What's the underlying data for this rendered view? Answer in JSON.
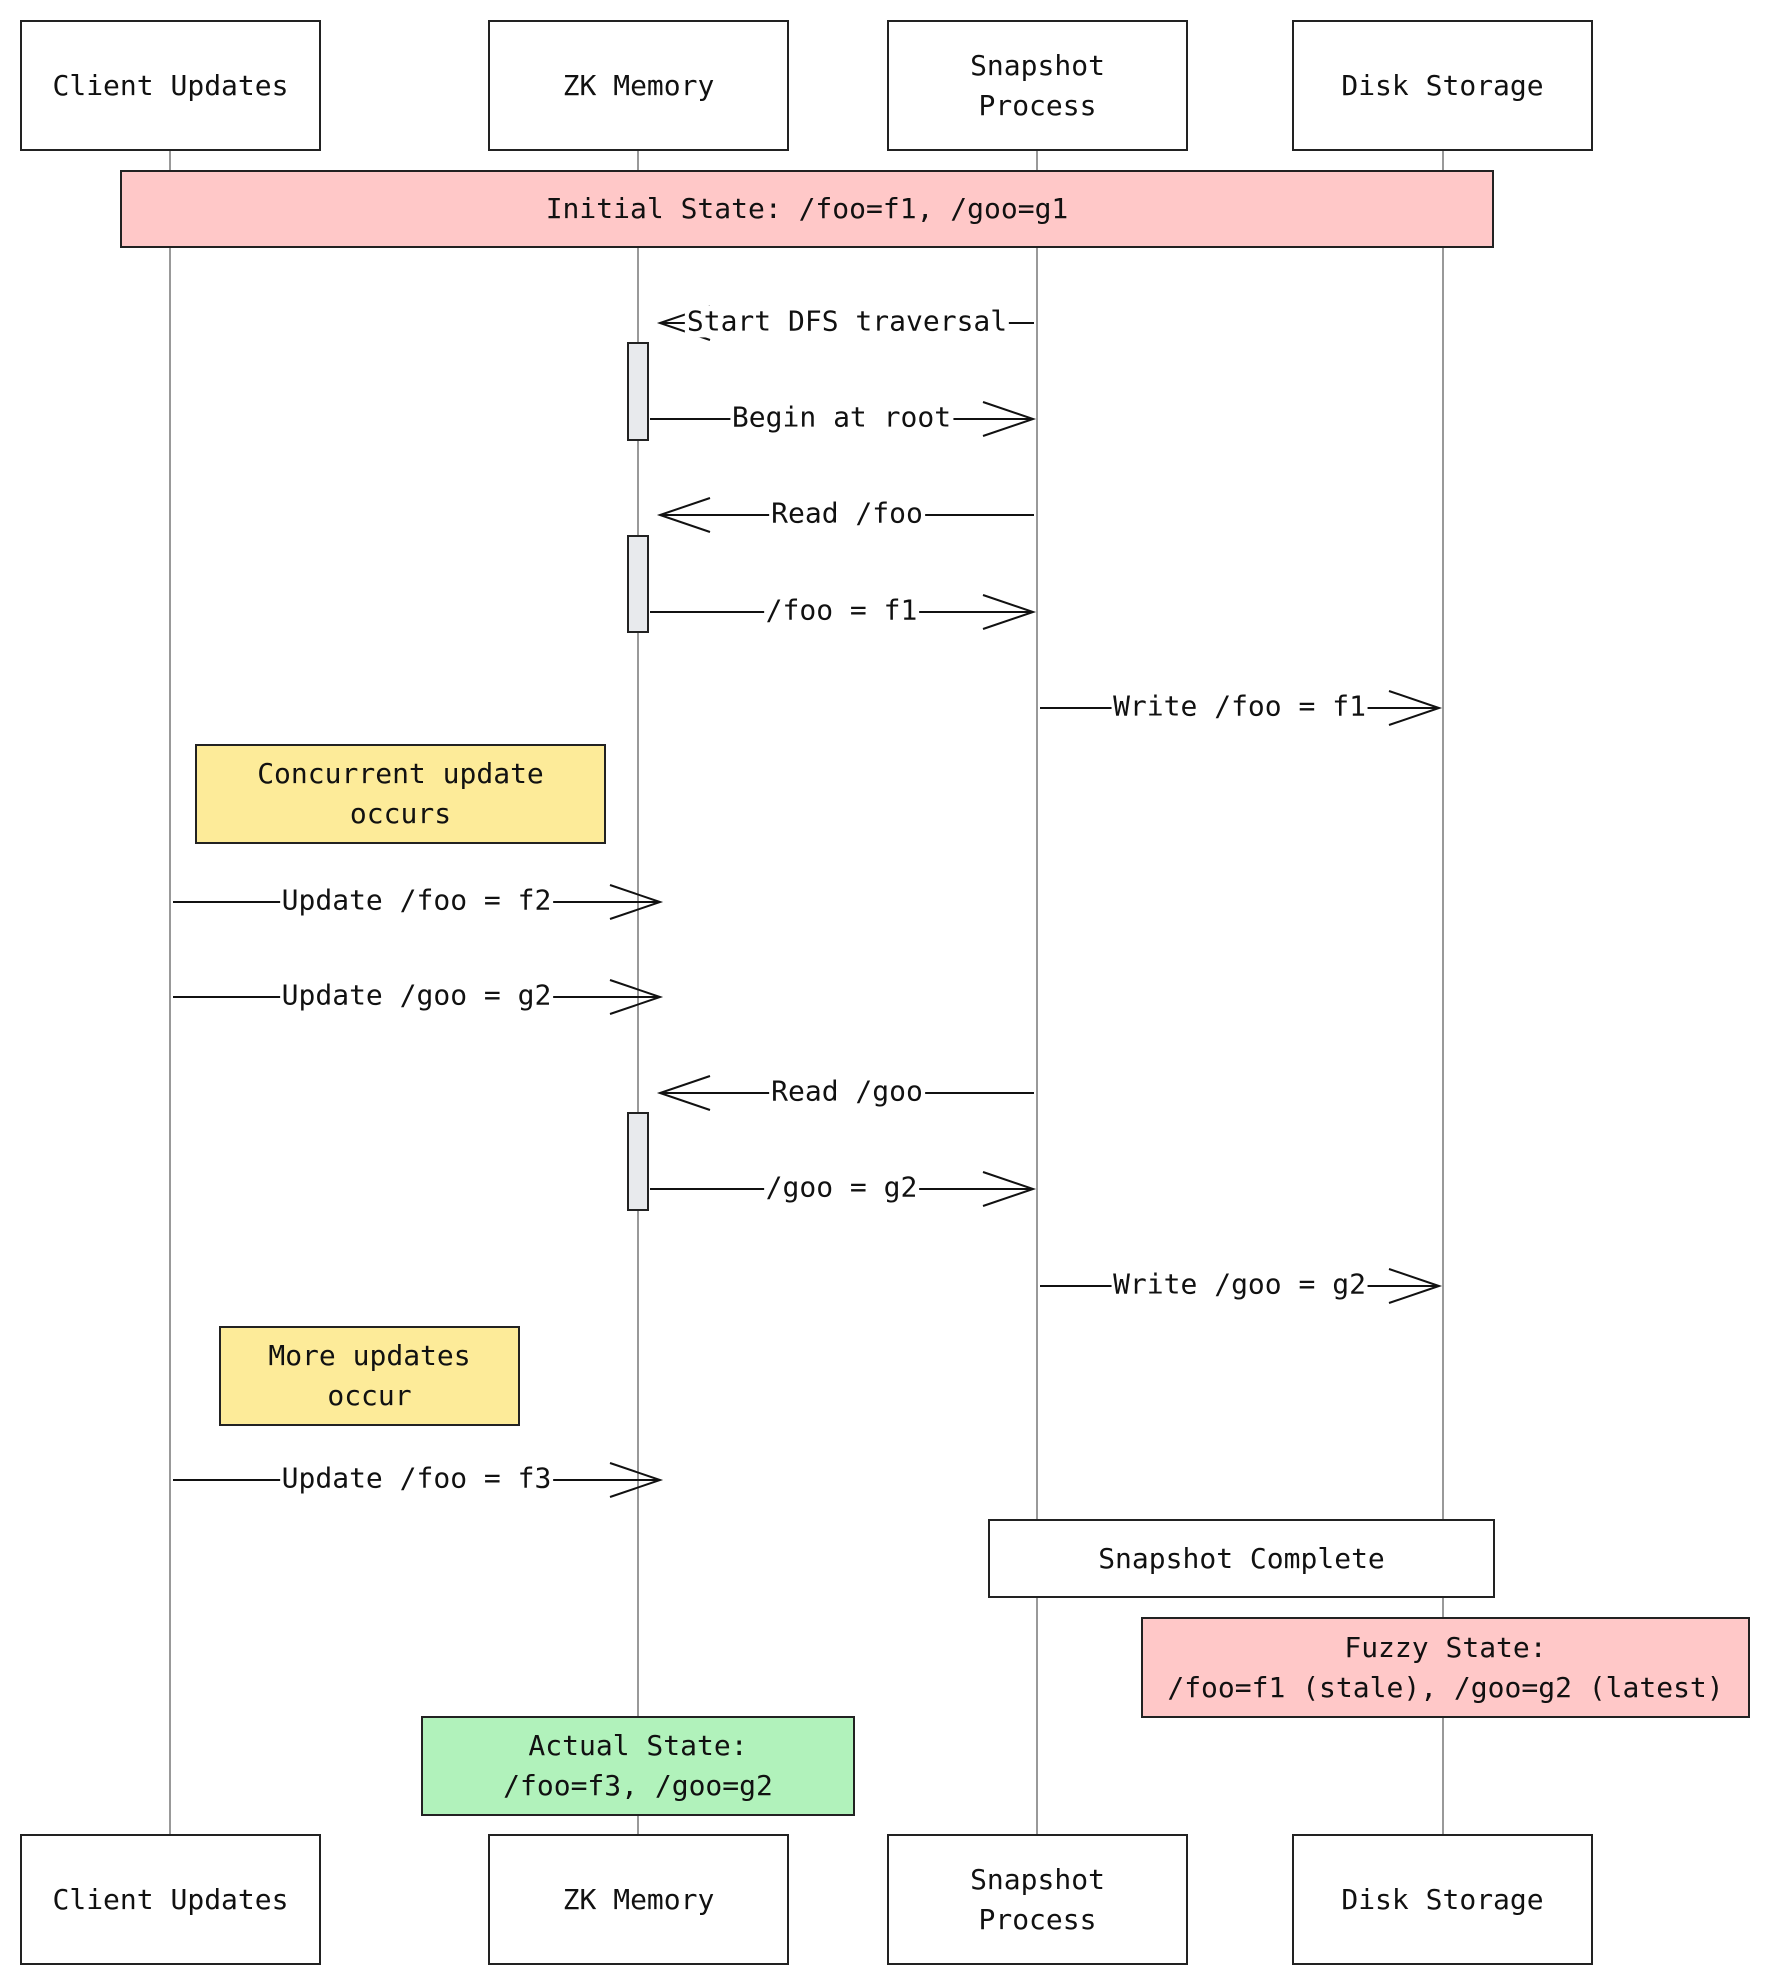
{
  "participants": [
    {
      "id": "client",
      "label": "Client Updates"
    },
    {
      "id": "zk",
      "label": "ZK Memory"
    },
    {
      "id": "snap",
      "label": "Snapshot\nProcess"
    },
    {
      "id": "disk",
      "label": "Disk Storage"
    }
  ],
  "notes": {
    "initial": "Initial State: /foo=f1, /goo=g1",
    "concurrent": "Concurrent update\noccurs",
    "more": "More updates\noccur",
    "complete": "Snapshot Complete",
    "fuzzy": "Fuzzy State:\n/foo=f1 (stale), /goo=g2 (latest)",
    "actual": "Actual State:\n/foo=f3, /goo=g2"
  },
  "messages": [
    {
      "from": "snap",
      "to": "zk",
      "label": "Start DFS traversal"
    },
    {
      "from": "zk",
      "to": "snap",
      "label": "Begin at root"
    },
    {
      "from": "snap",
      "to": "zk",
      "label": "Read /foo"
    },
    {
      "from": "zk",
      "to": "snap",
      "label": "/foo = f1"
    },
    {
      "from": "snap",
      "to": "disk",
      "label": "Write /foo = f1"
    },
    {
      "from": "client",
      "to": "zk",
      "label": "Update /foo = f2"
    },
    {
      "from": "client",
      "to": "zk",
      "label": "Update /goo = g2"
    },
    {
      "from": "snap",
      "to": "zk",
      "label": "Read /goo"
    },
    {
      "from": "zk",
      "to": "snap",
      "label": "/goo = g2"
    },
    {
      "from": "snap",
      "to": "disk",
      "label": "Write /goo = g2"
    },
    {
      "from": "client",
      "to": "zk",
      "label": "Update /foo = f3"
    }
  ],
  "colors": {
    "note_pink": "#ffc8c8",
    "note_yellow": "#fdeb99",
    "note_green": "#b1f2bb",
    "activation": "#e8eaed",
    "lifeline": "#999999"
  }
}
